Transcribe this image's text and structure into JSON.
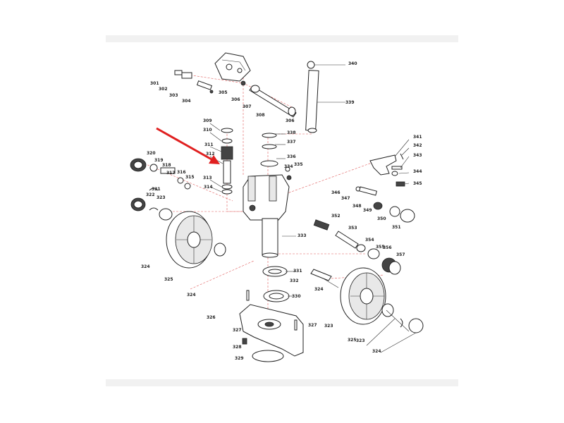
{
  "diagram": {
    "accent_color": "#e02020",
    "part_labels": [
      "301",
      "302",
      "303",
      "304",
      "305",
      "306",
      "307",
      "308",
      "306",
      "309",
      "310",
      "311",
      "312",
      "313",
      "314",
      "315",
      "316",
      "317",
      "318",
      "319",
      "320",
      "321",
      "322",
      "323",
      "324",
      "325",
      "324",
      "326",
      "327",
      "327",
      "328",
      "329",
      "330",
      "331",
      "332",
      "333",
      "334",
      "335",
      "336",
      "337",
      "338",
      "339",
      "340",
      "341",
      "342",
      "343",
      "344",
      "345",
      "346",
      "347",
      "348",
      "349",
      "350",
      "351",
      "352",
      "353",
      "354",
      "355",
      "356",
      "357",
      "324",
      "323",
      "323",
      "324",
      "325"
    ]
  }
}
